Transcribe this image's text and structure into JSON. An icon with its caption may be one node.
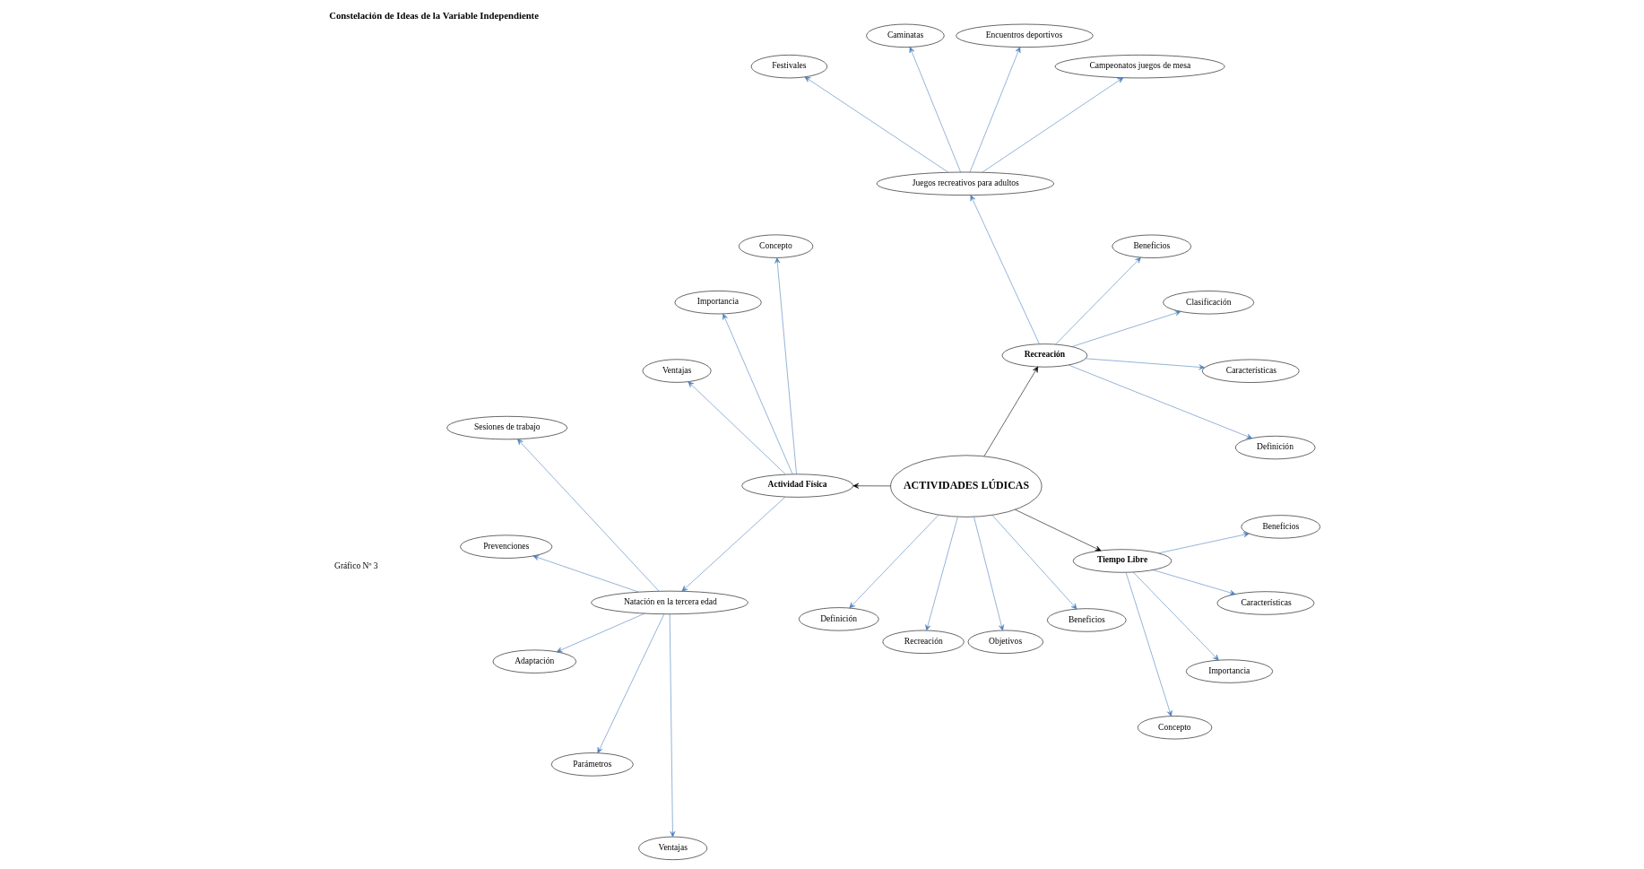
{
  "diagram": {
    "title": "Constelación de Ideas de la Variable Independiente",
    "caption": "Gráfico Nº 3",
    "nodes": [
      {
        "text": [
          "ACTIVIDADES LÚDICAS"
        ]
      },
      {
        "text": [
          "Recreación"
        ]
      },
      {
        "text": [
          "Definición"
        ]
      },
      {
        "text": [
          "Características"
        ]
      },
      {
        "text": [
          "Clasificación"
        ]
      },
      {
        "text": [
          "Beneficios"
        ]
      },
      {
        "text": [
          "Juegos recreativos para adultos"
        ]
      },
      {
        "text": [
          "Campeonatos juegos de mesa"
        ]
      },
      {
        "text": [
          "Encuentros deportivos"
        ]
      },
      {
        "text": [
          "Caminatas"
        ]
      },
      {
        "text": [
          "Festivales"
        ]
      },
      {
        "text": [
          "Actividad Física"
        ]
      },
      {
        "text": [
          "Concepto"
        ]
      },
      {
        "text": [
          "Importancia"
        ]
      },
      {
        "text": [
          "Ventajas"
        ]
      },
      {
        "text": [
          "Natación en la tercera edad"
        ]
      },
      {
        "text": [
          "Sesiones de trabajo"
        ]
      },
      {
        "text": [
          "Prevenciones"
        ]
      },
      {
        "text": [
          "Adaptación"
        ]
      },
      {
        "text": [
          "Parámetros"
        ]
      },
      {
        "text": [
          "Ventajas"
        ]
      },
      {
        "text": [
          "Definición"
        ]
      },
      {
        "text": [
          "Recreación"
        ]
      },
      {
        "text": [
          "Objetivos"
        ]
      },
      {
        "text": [
          "Beneficios"
        ]
      },
      {
        "text": [
          "Tiempo Libre"
        ]
      },
      {
        "text": [
          "Concepto"
        ]
      },
      {
        "text": [
          "Importancia"
        ]
      },
      {
        "text": [
          "Características"
        ]
      },
      {
        "text": [
          "Beneficios"
        ]
      }
    ],
    "edges": [
      {
        "from": 0,
        "to": 1,
        "arrow": "to",
        "color": "#000000"
      },
      {
        "from": 1,
        "to": 2,
        "arrow": "to"
      },
      {
        "from": 1,
        "to": 3,
        "arrow": "to"
      },
      {
        "from": 1,
        "to": 4,
        "arrow": "to"
      },
      {
        "from": 1,
        "to": 5,
        "arrow": "to"
      },
      {
        "from": 1,
        "to": 6,
        "arrow": "to"
      },
      {
        "from": 6,
        "to": 7,
        "arrow": "to"
      },
      {
        "from": 6,
        "to": 8,
        "arrow": "to"
      },
      {
        "from": 6,
        "to": 9,
        "arrow": "to"
      },
      {
        "from": 6,
        "to": 10,
        "arrow": "to"
      },
      {
        "from": 0,
        "to": 11,
        "arrow": "to",
        "color": "#000000"
      },
      {
        "from": 11,
        "to": 12,
        "arrow": "to"
      },
      {
        "from": 11,
        "to": 13,
        "arrow": "to"
      },
      {
        "from": 11,
        "to": 14,
        "arrow": "to"
      },
      {
        "from": 11,
        "to": 15,
        "arrow": "to"
      },
      {
        "from": 15,
        "to": 16,
        "arrow": "to"
      },
      {
        "from": 15,
        "to": 17,
        "arrow": "to"
      },
      {
        "from": 15,
        "to": 18,
        "arrow": "to"
      },
      {
        "from": 15,
        "to": 19,
        "arrow": "to"
      },
      {
        "from": 15,
        "to": 20,
        "arrow": "to"
      },
      {
        "from": 0,
        "to": 21,
        "arrow": "to"
      },
      {
        "from": 0,
        "to": 22,
        "arrow": "to"
      },
      {
        "from": 0,
        "to": 23,
        "arrow": "to"
      },
      {
        "from": 0,
        "to": 24,
        "arrow": "to"
      },
      {
        "from": 0,
        "to": 25,
        "arrow": "to",
        "color": "#000000"
      },
      {
        "from": 25,
        "to": 26,
        "arrow": "to"
      },
      {
        "from": 25,
        "to": 27,
        "arrow": "to"
      },
      {
        "from": 25,
        "to": 28,
        "arrow": "to"
      },
      {
        "from": 25,
        "to": 29,
        "arrow": "to"
      }
    ]
  }
}
